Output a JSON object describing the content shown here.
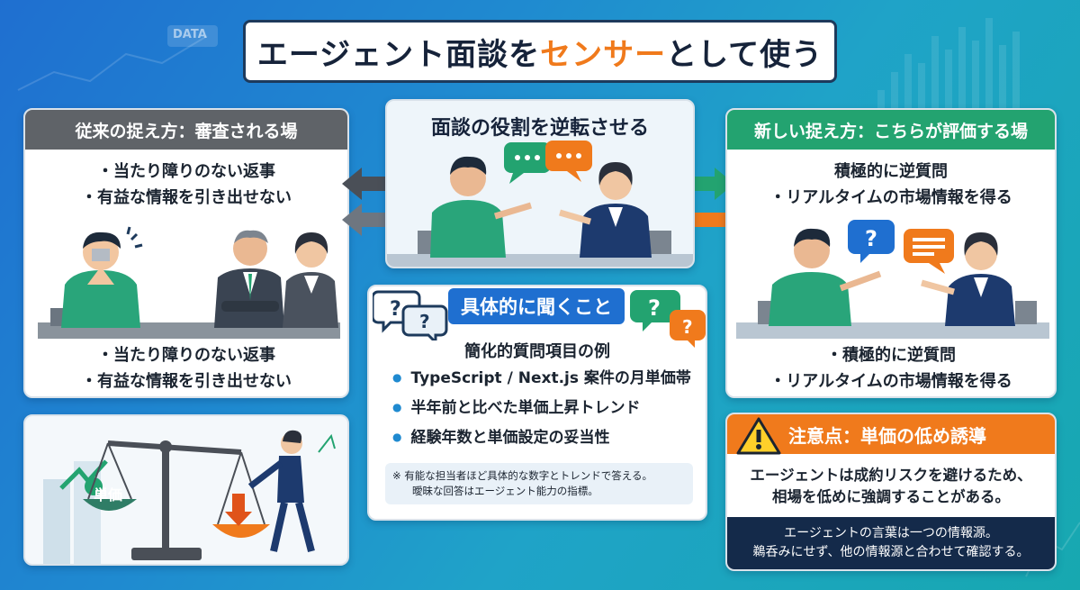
{
  "title": {
    "prefix": "エージェント面談を",
    "accent": "センサー",
    "suffix": "として使う"
  },
  "bg_tag": "DATA",
  "old_view": {
    "heading": "従来の捉え方：審査される場",
    "bullets_top": [
      "・当たり障りのない返事",
      "・有益な情報を引き出せない"
    ],
    "bullets_bottom": [
      "・当たり障りのない返事",
      "・有益な情報を引き出せない"
    ]
  },
  "scale": {
    "label": "単価"
  },
  "role": {
    "heading": "面談の役割を逆転させる"
  },
  "ask": {
    "heading": "具体的に聞くこと",
    "subheading": "簡化的質問項目の例",
    "items": [
      "TypeScript / Next.js 案件の月単価帯",
      "半年前と比べた単価上昇トレンド",
      "経験年数と単価設定の妥当性"
    ],
    "note": [
      "※ 有能な担当者ほど具体的な数字とトレンドで答える。",
      "曖昧な回答はエージェント能力の指標。"
    ]
  },
  "new_view": {
    "heading": "新しい捉え方：こちらが評価する場",
    "bullets_top": [
      "積極的に逆質問",
      "・リアルタイムの市場情報を得る"
    ],
    "bullets_bottom": [
      "・積極的に逆質問",
      "・リアルタイムの市場情報を得る"
    ]
  },
  "warning": {
    "heading": "注意点：単価の低め誘導",
    "body": [
      "エージェントは成約リスクを避けるため、",
      "相場を低めに強調することがある。"
    ],
    "footer": [
      "エージェントの言葉は一つの情報源。",
      "鵜呑みにせず、他の情報源と合わせて確認する。"
    ]
  },
  "colors": {
    "orange": "#f07a1c",
    "green": "#23a370",
    "gray": "#5f6368",
    "navy": "#142a4a",
    "blue": "#1f6fd0"
  }
}
